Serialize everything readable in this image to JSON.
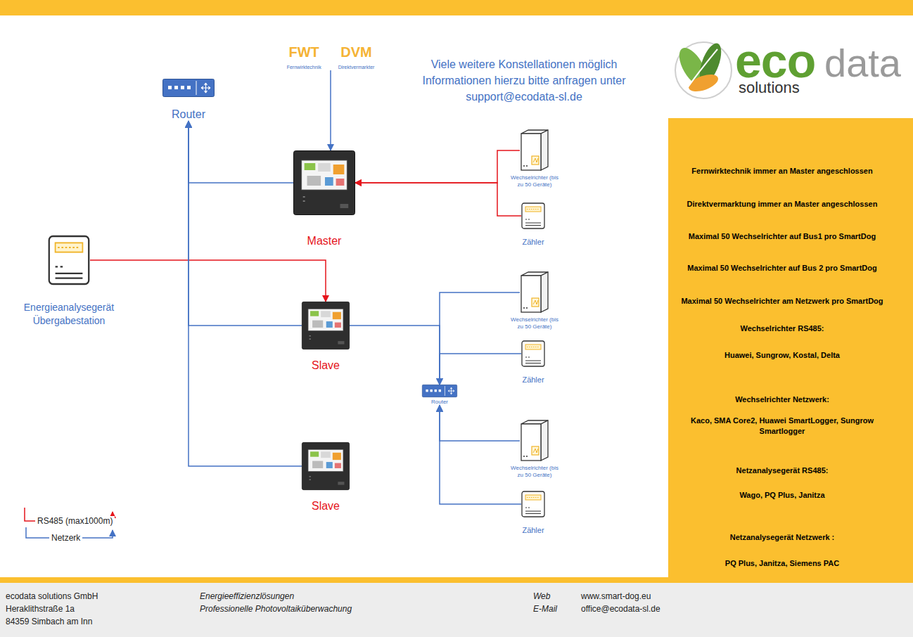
{
  "diagram": {
    "nodes": [
      {
        "text": [
          "Router"
        ]
      },
      {
        "text": [
          "FWT",
          "Fernwirktechnik",
          "DVM",
          "Direktvermarkter"
        ]
      },
      {
        "text": [
          "Master"
        ]
      },
      {
        "text": [
          "Wechselrichter (bis zu 50 Geräte)"
        ]
      },
      {
        "text": [
          "Zähler"
        ]
      },
      {
        "text": [
          "Energieanalysegerät Übergabestation"
        ]
      },
      {
        "text": [
          "Slave"
        ]
      },
      {
        "text": [
          "Wechselrichter (bis zu 50 Geräte)"
        ]
      },
      {
        "text": [
          "Zähler"
        ]
      },
      {
        "text": [
          "Router"
        ]
      },
      {
        "text": [
          "Slave"
        ]
      },
      {
        "text": [
          "Wechselrichter (bis zu 50 Geräte)"
        ]
      },
      {
        "text": [
          "Zähler"
        ]
      }
    ],
    "edges": [
      {
        "from": 1,
        "to": 2,
        "arrow": "to"
      },
      {
        "from": 3,
        "to": 2,
        "arrow": "to"
      },
      {
        "from": 4,
        "to": 2,
        "arrow": "to"
      },
      {
        "from": 5,
        "to": 6,
        "arrow": "to"
      },
      {
        "from": 2,
        "to": 0,
        "arrow": "to"
      },
      {
        "from": 6,
        "to": 0,
        "arrow": "to"
      },
      {
        "from": 10,
        "to": 0,
        "arrow": "to"
      },
      {
        "from": 6,
        "to": 9,
        "arrow": "to"
      },
      {
        "from": 7,
        "to": 9,
        "arrow": "to"
      },
      {
        "from": 8,
        "to": 9,
        "arrow": "to"
      },
      {
        "from": 11,
        "to": 9,
        "arrow": "to"
      },
      {
        "from": 12,
        "to": 9,
        "arrow": "to"
      }
    ],
    "labels": [
      "Viele weitere Konstellationen möglich Informationen hierzu bitte anfragen unter support@ecodata-sl.de",
      "eco",
      "data",
      "solutions",
      "Fernwirktechnik immer an Master angeschlossen",
      "Direktvermarktung immer an Master angeschlossen",
      "Maximal 50 Wechselrichter auf Bus1 pro SmartDog",
      "Maximal 50 Wechselrichter auf Bus 2 pro SmartDog",
      "Maximal 50 Wechselrichter am Netzwerk pro SmartDog",
      "Wechselrichter RS485:",
      "Huawei, Sungrow, Kostal, Delta",
      "Wechselrichter Netzwerk:",
      "Kaco, SMA Core2, Huawei SmartLogger, Sungrow Smartlogger",
      "Netzanalysegerät RS485:",
      "Wago, PQ Plus, Janitza",
      "Netzanalysegerät Netzwerk :",
      "PQ Plus, Janitza, Siemens PAC",
      "ecodata solutions GmbH",
      "Heraklithstraße 1a",
      "84359 Simbach am Inn",
      "Energieeffizienzlösungen",
      "Professionelle Photovoltaiküberwachung",
      "Web",
      "www.smart-dog.eu",
      "E-Mail",
      "office@ecodata-sl.de"
    ],
    "legend": [
      {
        "text": "RS485 (max1000m)"
      },
      {
        "text": "Netzerk"
      }
    ]
  }
}
